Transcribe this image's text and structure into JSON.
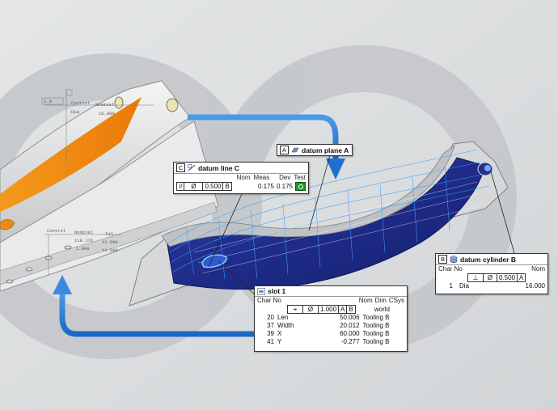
{
  "left_part": {
    "label_control_top": "Control",
    "label_nominal_top": "Nominal",
    "label_dia": "Dia",
    "value_dia": "16.000",
    "fcf_top": "2.0",
    "label_control": "Control",
    "label_nominal": "Nominal",
    "label_tol": "Tol",
    "row1_nom": "118.176",
    "row1_tol": "±1.000",
    "row2_nom": "1.000",
    "row2_tol": "±1.000"
  },
  "datum_plane": {
    "letter": "A",
    "title": "datum plane A"
  },
  "datum_line": {
    "letter": "C",
    "title": "datum line C",
    "col_nom": "Nom",
    "col_meas": "Meas",
    "col_dev": "Dev",
    "col_test": "Test",
    "fcf_symbol": "//",
    "fcf_dia": "Ø",
    "fcf_tol": "0.500",
    "fcf_datum": "B",
    "meas": "0.175",
    "dev": "0.175"
  },
  "slot": {
    "title": "slot 1",
    "col_char": "Char No",
    "col_nom": "Nom",
    "col_dim": "Dim",
    "col_csys": "CSys",
    "fcf_dia": "Ø",
    "fcf_tol": "1.000",
    "fcf_d1": "A",
    "fcf_d2": "B",
    "csys_world": "world",
    "rows": [
      {
        "no": "20",
        "name": "Len",
        "nom": "50.006",
        "csys": "Tooling B"
      },
      {
        "no": "37",
        "name": "Width",
        "nom": "20.012",
        "csys": "Tooling B"
      },
      {
        "no": "39",
        "name": "X",
        "nom": "60.000",
        "csys": "Tooling B"
      },
      {
        "no": "41",
        "name": "Y",
        "nom": "-0.277",
        "csys": "Tooling B"
      }
    ]
  },
  "datum_cyl": {
    "letter": "B",
    "title": "datum cylinder B",
    "col_char": "Char No",
    "col_nom": "Nom",
    "fcf_dia": "Ø",
    "fcf_tol": "0.500",
    "fcf_datum": "A",
    "row_no": "1",
    "row_name": "Dia",
    "row_nom": "16.000"
  },
  "colors": {
    "accent_blue": "#2f7fd6",
    "orange": "#f08a0e",
    "navy": "#1c2a8c",
    "pass_green": "#1a9c2a"
  }
}
